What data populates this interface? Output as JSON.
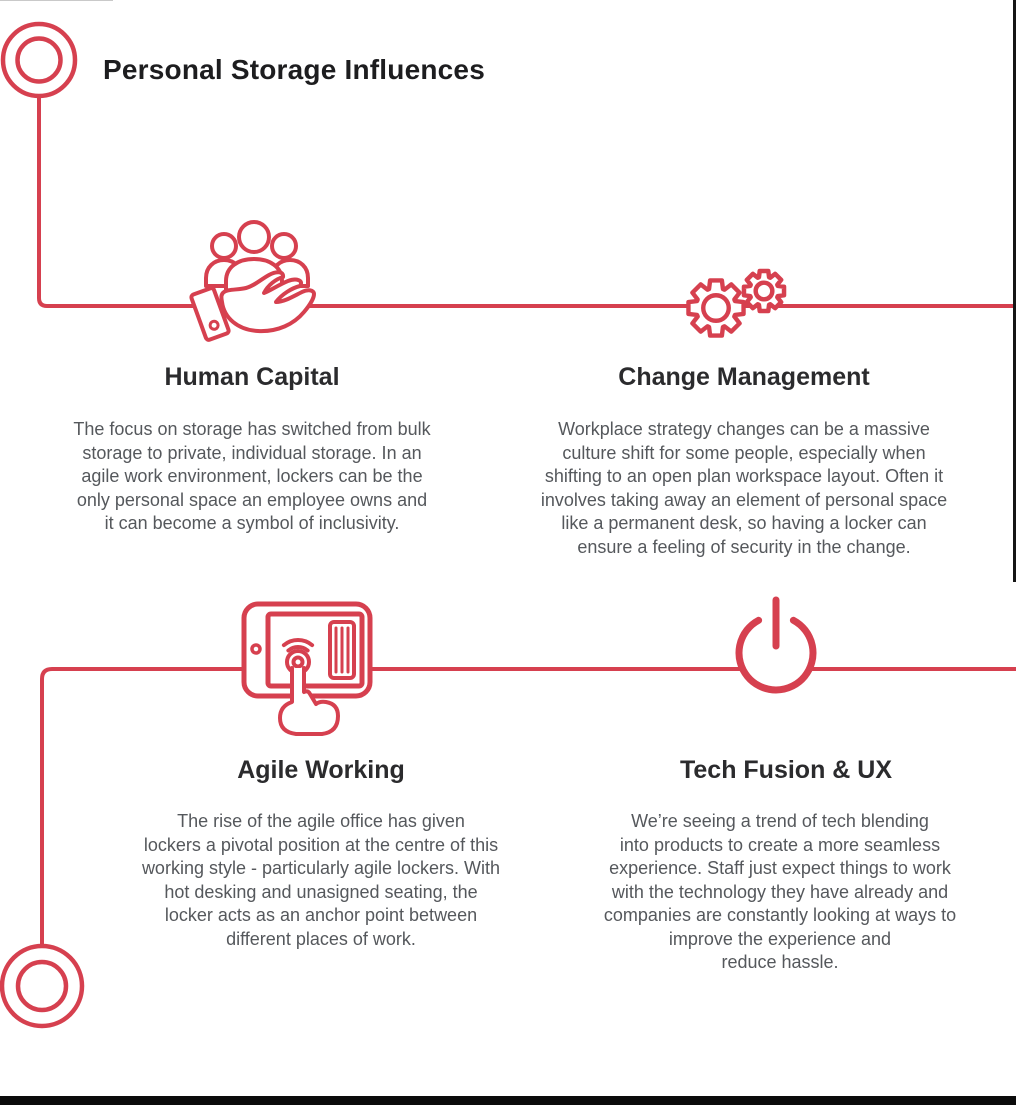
{
  "page": {
    "title": "Personal Storage Influences"
  },
  "theme": {
    "accent_red": "#d6404f",
    "title_color": "#1d1d1f",
    "heading_color": "#2b2b2d",
    "body_color": "#55585c",
    "bar_color": "#0b0b0b"
  },
  "sections": [
    {
      "id": "human-capital",
      "icon": "people-in-hand-icon",
      "heading": "Human Capital",
      "body": "The focus on storage has switched from bulk\nstorage to private, individual storage. In an\nagile work environment, lockers can be the\nonly personal space an employee owns and\nit can become a symbol of inclusivity."
    },
    {
      "id": "change-management",
      "icon": "gears-icon",
      "heading": "Change Management",
      "body": "Workplace strategy changes can be a massive\nculture shift for some people, especially when\nshifting to an open plan workspace layout. Often it\ninvolves taking away an element of personal space\nlike a permanent desk, so having a locker can\nensure a feeling of security in the change."
    },
    {
      "id": "agile-working",
      "icon": "touch-tablet-icon",
      "heading": "Agile Working",
      "body": "The rise of the agile office has given\nlockers a pivotal position at the centre of this\nworking style - particularly agile lockers. With\nhot desking and unasigned seating, the\nlocker acts as an anchor point between\ndifferent places of work."
    },
    {
      "id": "tech-fusion-ux",
      "icon": "power-button-icon",
      "heading": "Tech Fusion & UX",
      "body": "We’re seeing a trend of tech blending\ninto products to create a more seamless\nexperience. Staff just expect things to work\nwith the technology they have already and\ncompanies are constantly looking at ways to\nimprove the experience and\nreduce hassle."
    }
  ]
}
